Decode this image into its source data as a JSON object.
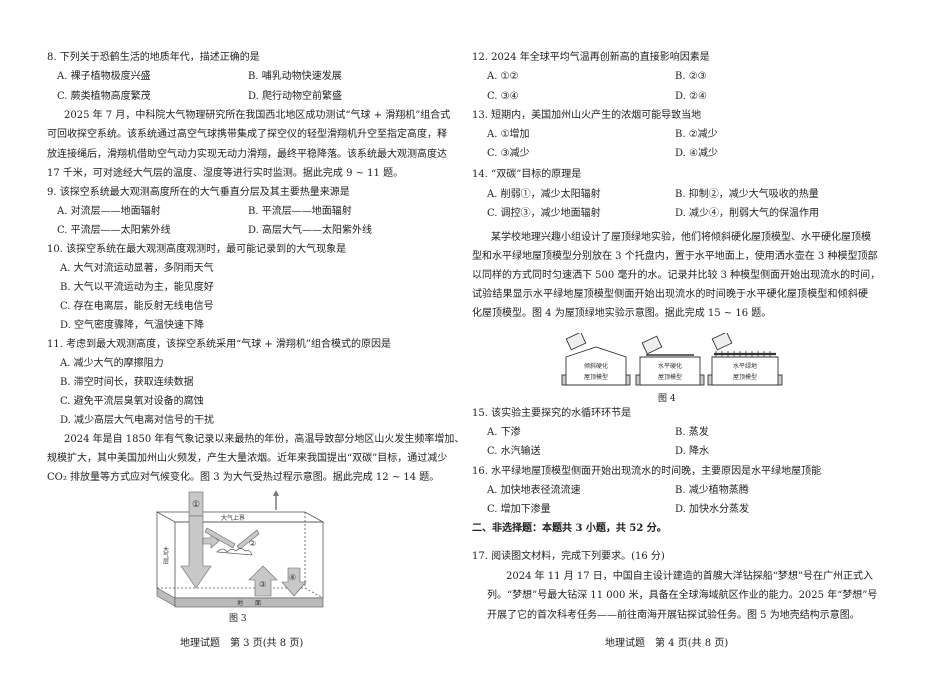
{
  "left": {
    "q8": {
      "stem": "8. 下列关于恐鹤生活的地质年代，描述正确的是",
      "a": "A. 裸子植物极度兴盛",
      "b": "B. 哺乳动物快速发展",
      "c": "C. 蕨类植物高度繁茂",
      "d": "D. 爬行动物空前繁盛"
    },
    "passage1": [
      "2025 年 7 月，中科院大气物理研究所在我国西北地区成功测试“气球 + 滑翔机”组合式",
      "可回收探空系统。该系统通过高空气球携带集成了探空仪的轻型滑翔机升空至指定高度，释",
      "放连接绳后，滑翔机借助空气动力实现无动力滑翔，最终平稳降落。该系统最大观测高度达",
      "17 千米，可对途经大气层的温度、湿度等进行实时监测。据此完成 9 ~ 11 题。"
    ],
    "q9": {
      "stem": "9. 该探空系统最大观测高度所在的大气垂直分层及其主要热量来源是",
      "a": "A. 对流层——地面辐射",
      "b": "B. 平流层——地面辐射",
      "c": "C. 平流层——太阳紫外线",
      "d": "D. 高层大气——太阳紫外线"
    },
    "q10": {
      "stem": "10. 该探空系统在最大观测高度观测时，最可能记录到的大气现象是",
      "a": "A. 大气对流运动显著，多阴雨天气",
      "b": "B. 大气以平流运动为主，能见度好",
      "c": "C. 存在电离层，能反射无线电信号",
      "d": "D. 空气密度骤降，气温快速下降"
    },
    "q11": {
      "stem": "11. 考虑到最大观测高度，该探空系统采用“气球 + 滑翔机”组合模式的原因是",
      "a": "A. 减少大气的摩擦阻力",
      "b": "B. 滞空时间长，获取连续数据",
      "c": "C. 避免平流层臭氧对设备的腐蚀",
      "d": "D. 减少高层大气电离对信号的干扰"
    },
    "passage2": [
      "2024 年是自 1850 年有气象记录以来最热的年份，高温导致部分地区山火发生频率增加、",
      "规模扩大，其中美国加州山火频发，产生大量浓烟。近年来我国提出“双碳”目标，通过减少",
      "CO₂ 排放量等方式应对气候变化。图 3 为大气受热过程示意图。据此完成 12 ~ 14 题。"
    ],
    "figure3": {
      "top_label": "大气上界",
      "side_label": "大气层",
      "ground_label": "地　　面",
      "n1": "①",
      "n2": "②",
      "n3": "③",
      "n4": "④",
      "caption": "图 3"
    },
    "footer": "地理试题　第 3 页(共 8 页)"
  },
  "right": {
    "q12": {
      "stem": "12. 2024 年全球平均气温再创新高的直接影响因素是",
      "a": "A. ①②",
      "b": "B. ②③",
      "c": "C. ③④",
      "d": "D. ②④"
    },
    "q13": {
      "stem": "13. 短期内，美国加州山火产生的浓烟可能导致当地",
      "a": "A. ①增加",
      "b": "B. ②减少",
      "c": "C. ③减少",
      "d": "D. ④减少"
    },
    "q14": {
      "stem": "14. “双碳”目标的原理是",
      "a": "A. 削弱①，减少太阳辐射",
      "b": "B. 抑制②，减少大气吸收的热量",
      "c": "C. 调控③，减少地面辐射",
      "d": "D. 减少④，削弱大气的保温作用"
    },
    "passage3": [
      "某学校地理兴趣小组设计了屋顶绿地实验，他们将倾斜硬化屋顶模型、水平硬化屋顶模",
      "型和水平绿地屋顶模型分别放在 3 个托盘内，置于水平地面上，使用洒水壶在 3 种模型顶部",
      "以同样的方式同时匀速洒下 500 毫升的水。记录并比较 3 种模型侧面开始出现流水的时间，",
      "试验结果显示水平绿地屋顶模型侧面开始出现流水的时间晚于水平硬化屋顶模型和倾斜硬",
      "化屋顶模型。图 4 为屋顶绿地实验示意图。据此完成 15 ~ 16 题。"
    ],
    "figure4": {
      "m1a": "倾斜硬化",
      "m1b": "屋顶模型",
      "m2a": "水平硬化",
      "m2b": "屋顶模型",
      "m3a": "水平绿地",
      "m3b": "屋顶模型",
      "caption": "图 4"
    },
    "q15": {
      "stem": "15. 该实验主要探究的水循环环节是",
      "a": "A. 下渗",
      "b": "B. 蒸发",
      "c": "C. 水汽输送",
      "d": "D. 降水"
    },
    "q16": {
      "stem": "16. 水平绿地屋顶模型侧面开始出现流水的时间晚，主要原因是水平绿地屋顶能",
      "a": "A. 加快地表径流流速",
      "b": "B. 减少植物蒸腾",
      "c": "C. 增加下渗量",
      "d": "D. 加快水分蒸发"
    },
    "section2": "二、非选择题：本题共 3 小题，共 52 分。",
    "q17": {
      "stem": "17. 阅读图文材料，完成下列要求。(16 分)"
    },
    "passage4": [
      "2024 年 11 月 17 日，中国自主设计建造的首艘大洋钻探船“梦想”号在广州正式入",
      "列。“梦想”号最大钻深 11 000 米，具备在全球海域航区作业的能力。2025 年“梦想”号",
      "开展了它的首次科考任务——前往南海开展钻探试验任务。图 5 为地壳结构示意图。"
    ],
    "footer": "地理试题　第 4 页(共 8 页)"
  }
}
